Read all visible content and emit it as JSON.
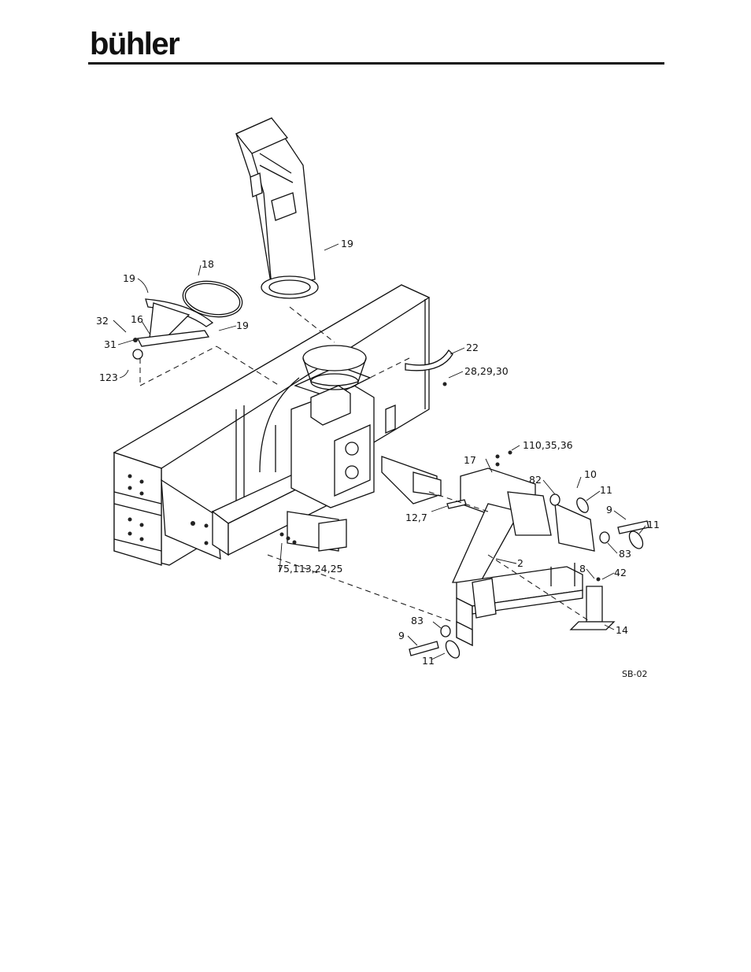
{
  "header": {
    "brand": "bühler"
  },
  "diagram": {
    "drawing_code": "SB-02",
    "callouts": {
      "c19_top": "19",
      "c18": "18",
      "c19_left": "19",
      "c32": "32",
      "c16": "16",
      "c31": "31",
      "c19_mid": "19",
      "c123": "123",
      "c22": "22",
      "c28": "28,29,30",
      "c110": "110,35,36",
      "c17": "17",
      "c82": "82",
      "c10": "10",
      "c11_a": "11",
      "c9_a": "9",
      "c11_b": "11",
      "c12": "12,7",
      "c83_a": "83",
      "c2": "2",
      "c8": "8",
      "c42": "42",
      "c75": "75,113,24,25",
      "c83_b": "83",
      "c9_b": "9",
      "c11_c": "11",
      "c14": "14"
    }
  }
}
